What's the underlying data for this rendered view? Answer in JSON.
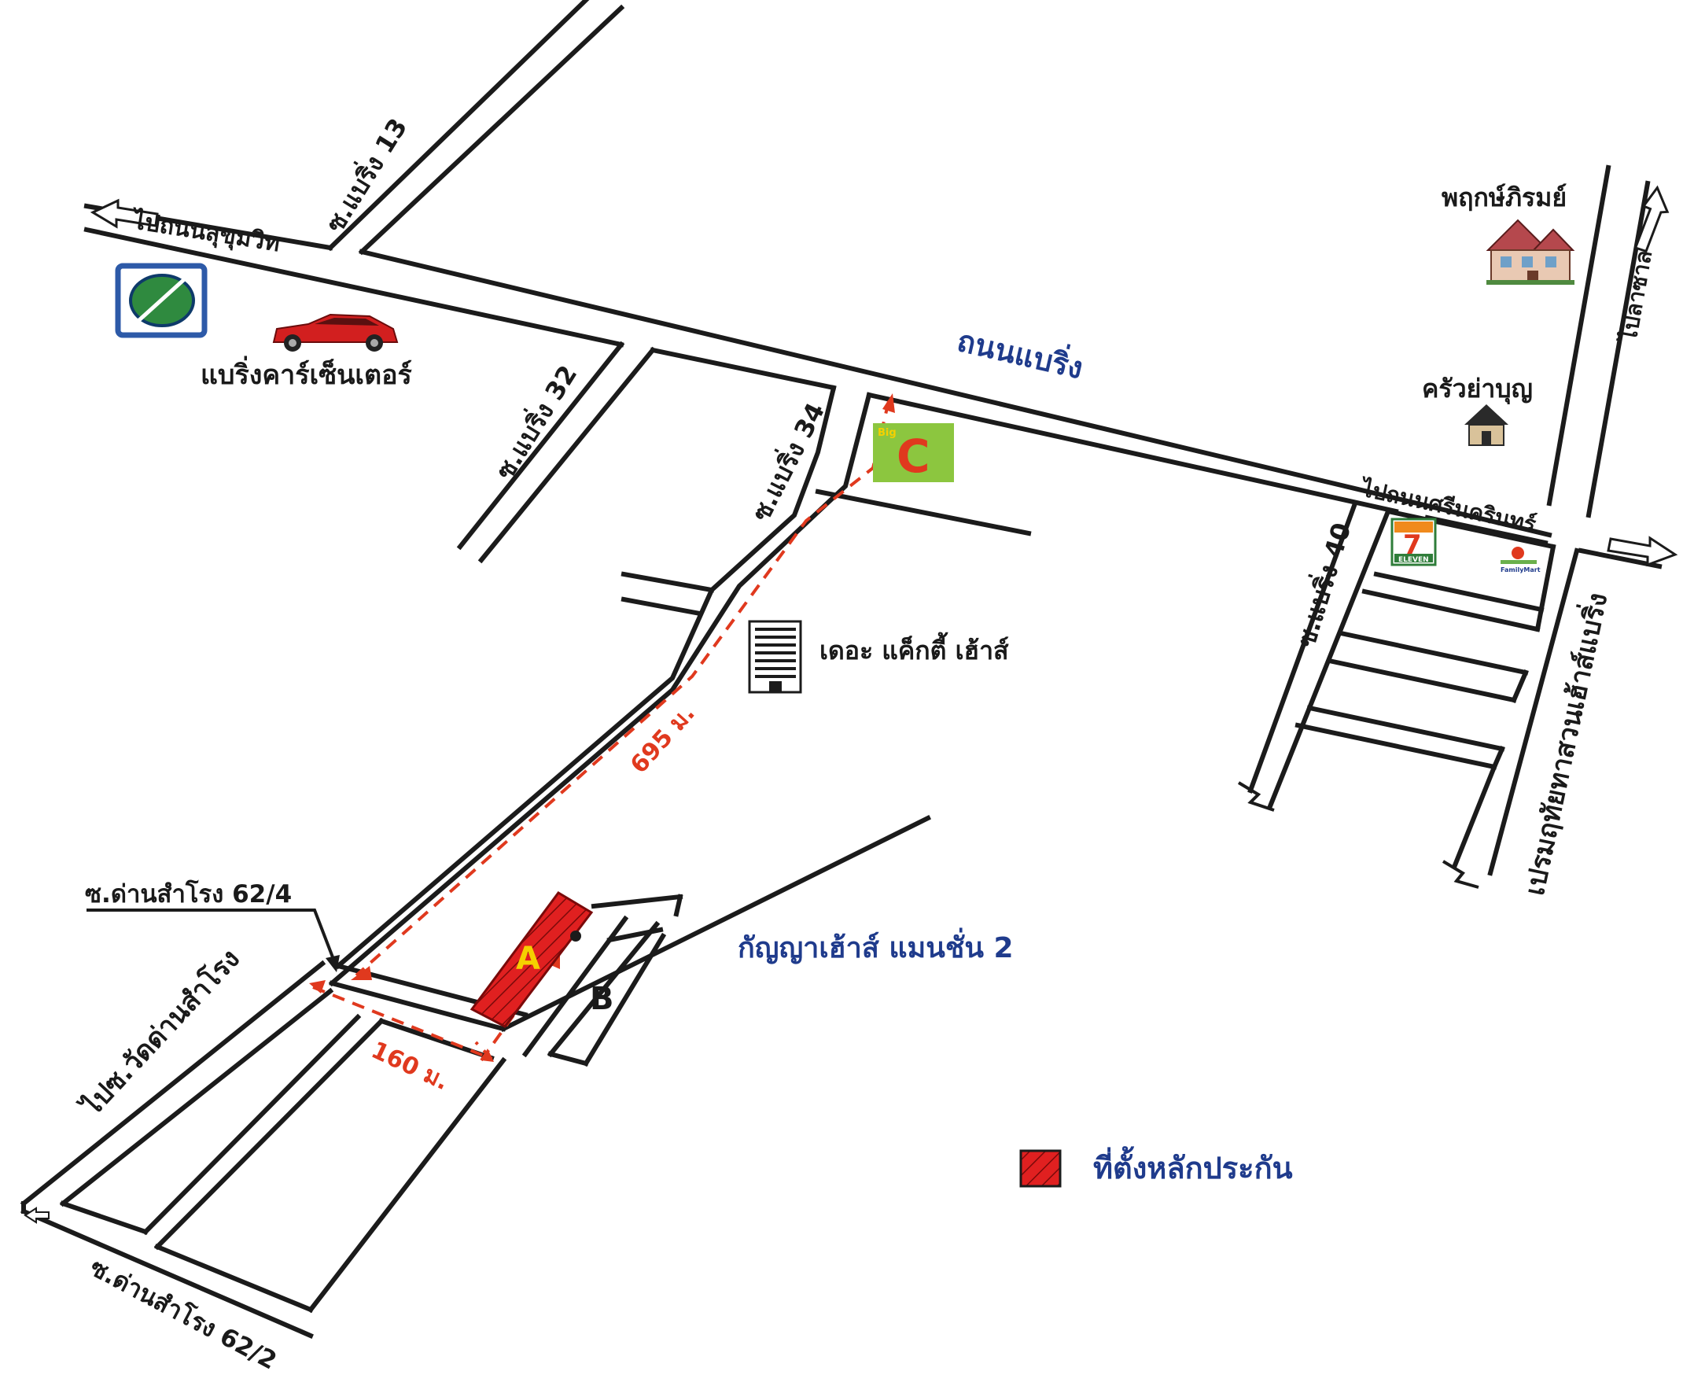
{
  "roads": {
    "main_road": "ถนนแบริ่ง",
    "to_sukhumvit": "ไปถนนสุขุมวิท",
    "to_srinakarin": "ไปถนนศรีนครินทร์",
    "to_lasalle": "ไปลาซาล",
    "soi_13": "ซ.แบริ่ง 13",
    "soi_32": "ซ.แบริ่ง 32",
    "soi_34": "ซ.แบริ่ง 34",
    "soi_40": "ซ.แบริ่ง 40",
    "prem_ruthai": "เปรมฤทัยทาสวนเฮ้าส์แบริ่ง",
    "soi_62_4": "ซ.ด่านสำโรง 62/4",
    "to_wat": "ไปซ.วัดด่านสำโรง",
    "soi_62_2": "ซ.ด่านสำโรง 62/2"
  },
  "landmarks": {
    "bearing_car_center": "แบริ่งคาร์เซ็นเตอร์",
    "the_lucky_house": "เดอะ แค็กตี้ เฮ้าส์",
    "phruksaphirom": "พฤกษ์ภิรมย์",
    "krua_ya_boon": "ครัวย่าบุญ",
    "kanya_house": "กัญญาเฮ้าส์ แมนชั่น 2"
  },
  "distances": {
    "d1": "695 ม.",
    "d2": "160 ม."
  },
  "plots": {
    "a": "A",
    "b": "B"
  },
  "legend": {
    "collateral": "ที่ตั้งหลักประกัน"
  },
  "logos": {
    "big_c_small": "Big",
    "big_c_letter": "C",
    "seven_eleven_number": "7",
    "seven_eleven_word": "ELEVEN",
    "family_mart": "FamilyMart"
  },
  "colors": {
    "road": "#1b1b1b",
    "label_blue": "#1f3b8c",
    "route_red": "#e0391e",
    "collateral_red": "#e02020",
    "big_c_green": "#8cc63f"
  }
}
